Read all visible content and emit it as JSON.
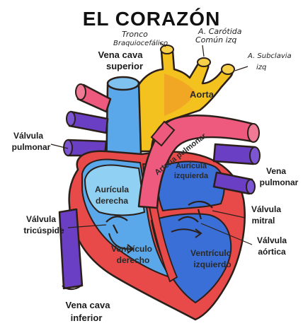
{
  "title": "EL CORAZÓN",
  "labels": {
    "tronco_1": "Tronco",
    "tronco_2": "Braquiocefálico",
    "carotida_1": "A. Carótida",
    "carotida_2": "Común izq",
    "subclavia_1": "A. Subclavia",
    "subclavia_2": "izq",
    "vena_cava_sup_1": "Vena cava",
    "vena_cava_sup_2": "superior",
    "aorta": "Aorta",
    "valvula_pulmonar_1": "Válvula",
    "valvula_pulmonar_2": "pulmonar",
    "arteria_pulmonar": "Arteria pulmonar",
    "auricula_izq_1": "Aurícula",
    "auricula_izq_2": "izquierda",
    "vena_pulmonar_1": "Vena",
    "vena_pulmonar_2": "pulmonar",
    "auricula_der_1": "Aurícula",
    "auricula_der_2": "derecha",
    "valvula_tricuspide_1": "Válvula",
    "valvula_tricuspide_2": "tricúspide",
    "valvula_mitral_1": "Válvula",
    "valvula_mitral_2": "mitral",
    "valvula_aortica_1": "Válvula",
    "valvula_aortica_2": "aórtica",
    "ventriculo_der_1": "Ventrículo",
    "ventriculo_der_2": "derecho",
    "ventriculo_izq_1": "Ventrículo",
    "ventriculo_izq_2": "izquierdo",
    "vena_cava_inf_1": "Vena cava",
    "vena_cava_inf_2": "inferior"
  },
  "colors": {
    "aorta_yellow": "#f4c21e",
    "aorta_orange": "#f0922a",
    "pulmonary_pink": "#ee5a7e",
    "vein_blue": "#5aa8ea",
    "light_blue": "#8fd0f3",
    "deep_blue": "#3a6fd8",
    "purple": "#6a3fc4",
    "wall_red": "#e84a4a",
    "outline": "#2b1f1a"
  }
}
